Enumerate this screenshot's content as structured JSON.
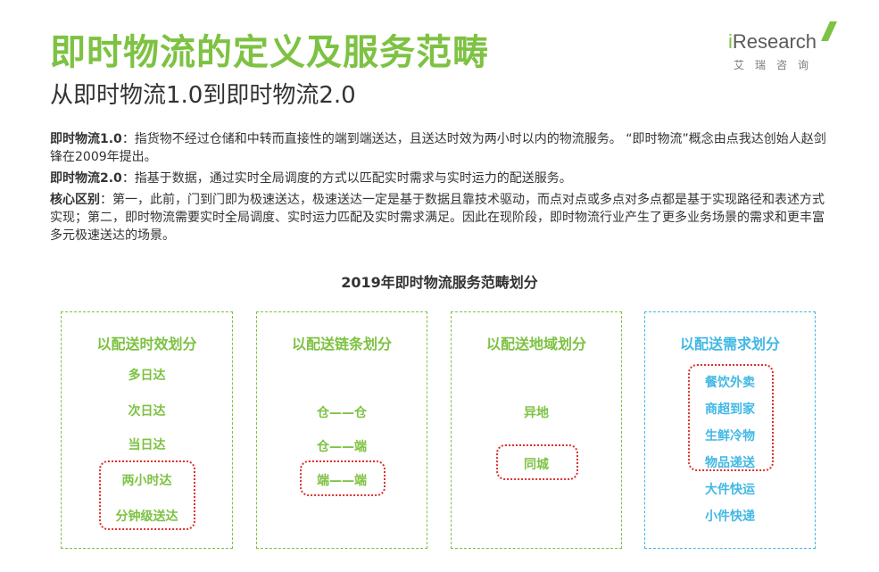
{
  "header": {
    "title": "即时物流的定义及服务范畴",
    "subtitle": "从即时物流1.0到即时物流2.0"
  },
  "logo": {
    "word_prefix": "i",
    "word_rest": "Research",
    "cn": "艾瑞咨询",
    "brand_color": "#7dc242"
  },
  "definitions": [
    {
      "term": "即时物流1.0",
      "text": "：指货物不经过仓储和中转而直接性的端到端送达，且送达时效为两小时以内的物流服务。 “即时物流”概念由点我达创始人赵剑锋在2009年提出。"
    },
    {
      "term": "即时物流2.0",
      "text": "：指基于数据，通过实时全局调度的方式以匹配实时需求与实时运力的配送服务。"
    },
    {
      "term": "核心区别",
      "text": "：第一，此前，门到门即为极速送达，极速送达一定是基于数据且靠技术驱动，而点对点或多点对多点都是基于实现路径和表述方式实现；第二，即时物流需要实时全局调度、实时运力匹配及实时需求满足。因此在现阶段，即时物流行业产生了更多业务场景的需求和更丰富多元极速送达的场景。"
    }
  ],
  "diagram": {
    "title": "2019年即时物流服务范畴划分",
    "boxes": [
      {
        "title": "以配送时效划分",
        "items": [
          "多日达",
          "次日达",
          "当日达",
          "两小时达",
          "分钟级送达"
        ]
      },
      {
        "title": "以配送链条划分",
        "items": [
          "仓——仓",
          "仓——端",
          "端——端"
        ]
      },
      {
        "title": "以配送地域划分",
        "items": [
          "异地",
          "同城"
        ]
      },
      {
        "title": "以配送需求划分",
        "items": [
          "餐饮外卖",
          "商超到家",
          "生鲜冷物",
          "物品递送",
          "大件快运",
          "小件快递"
        ]
      }
    ]
  },
  "colors": {
    "green": "#7dc242",
    "blue": "#41b8e4",
    "highlight_red": "#e0302e"
  }
}
